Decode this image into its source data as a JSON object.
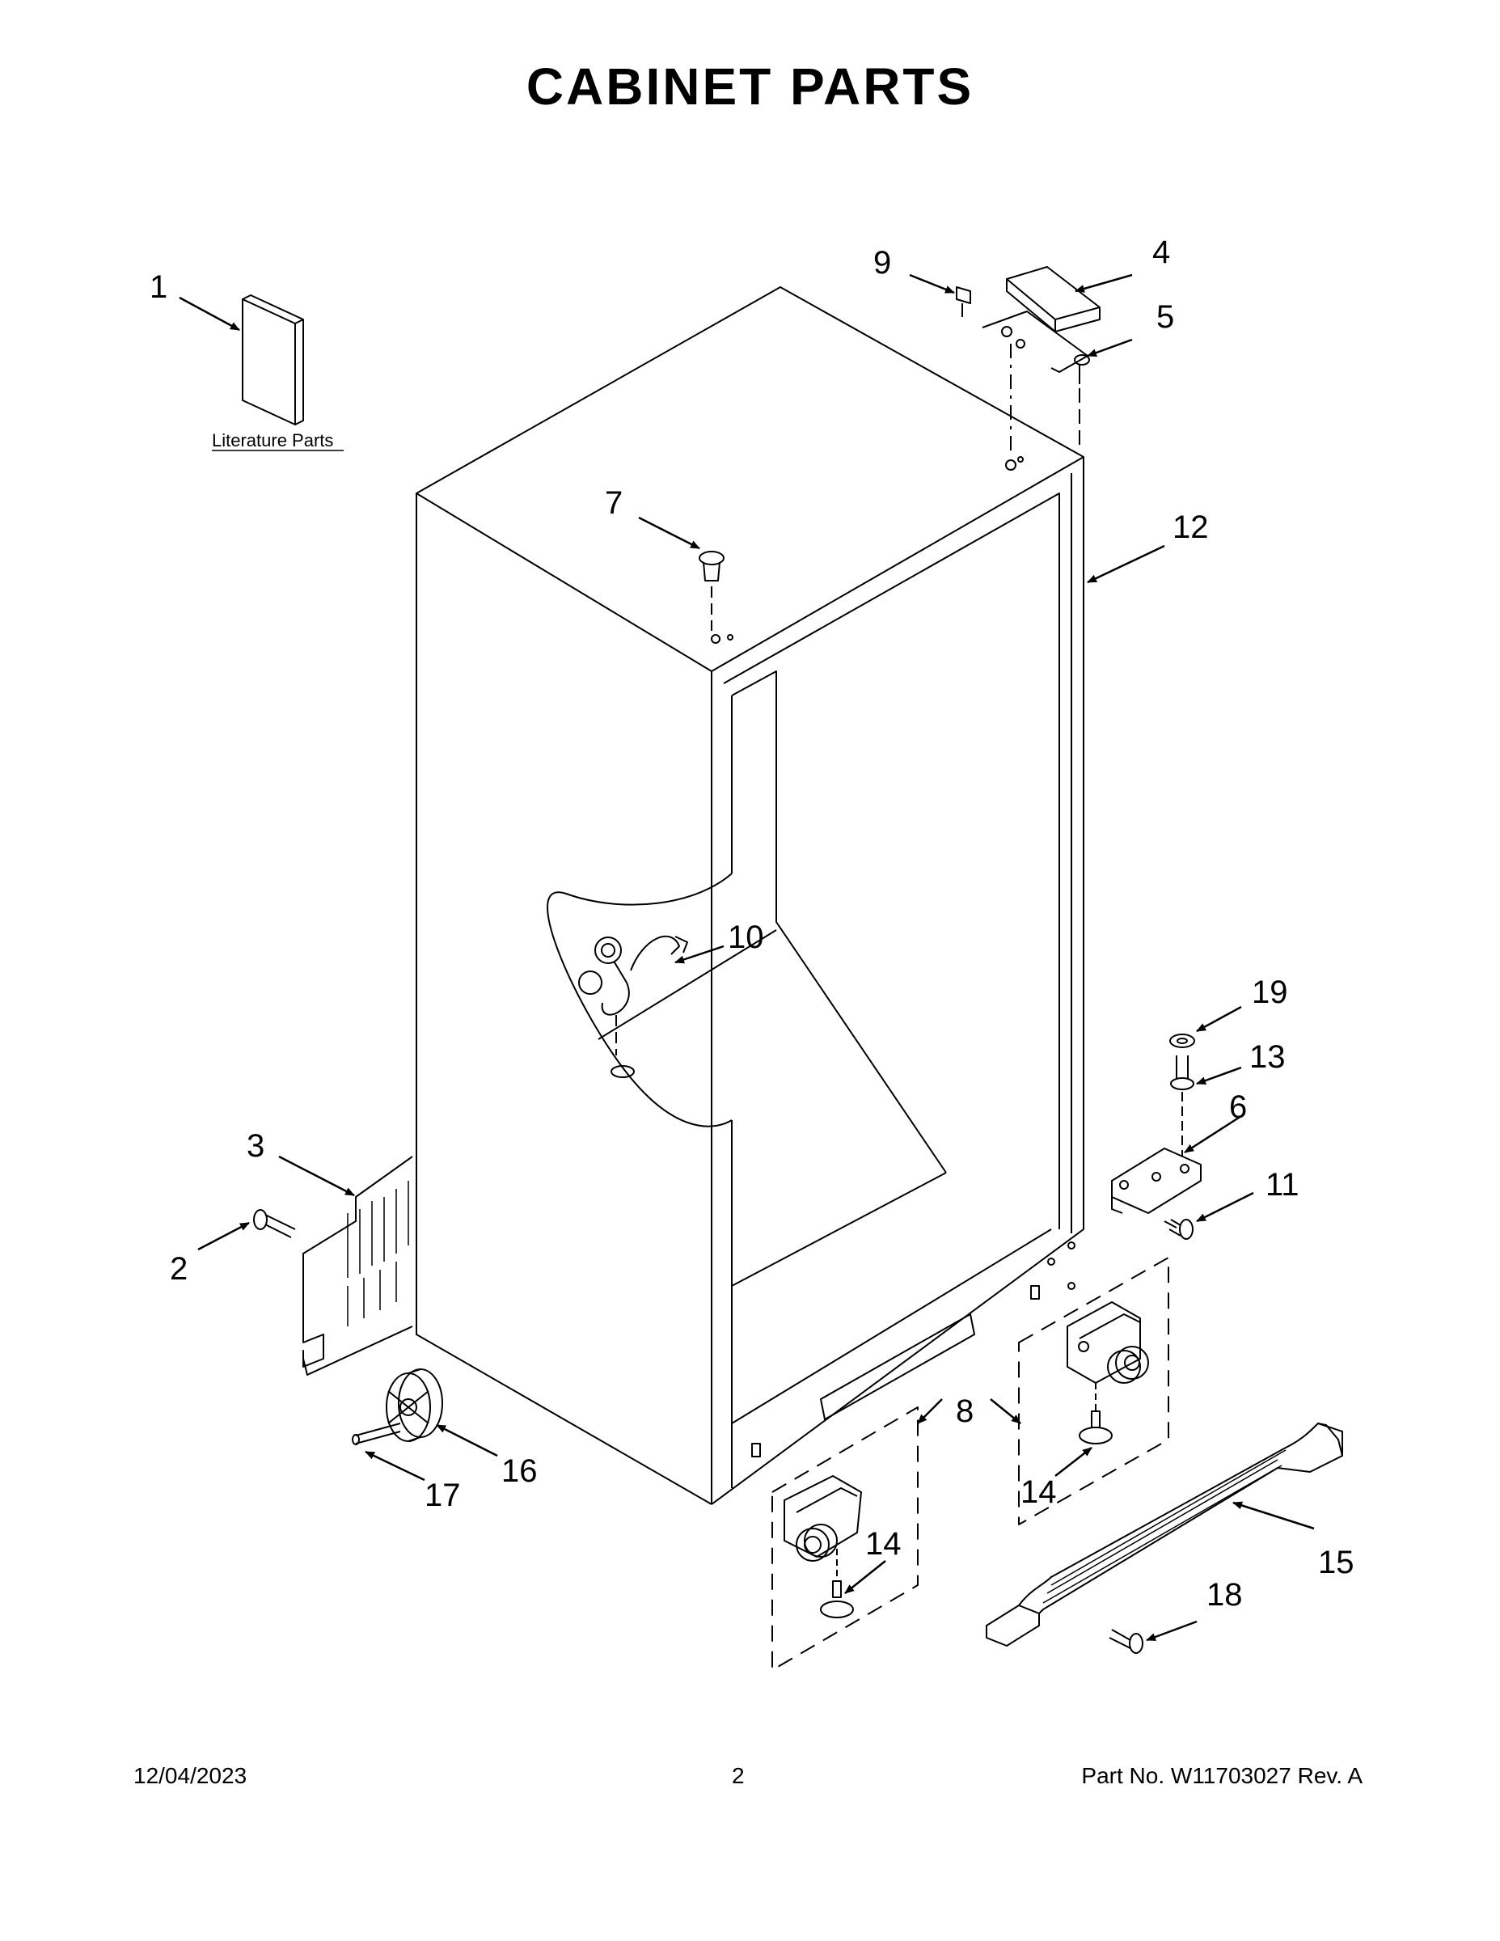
{
  "title": "CABINET PARTS",
  "literature_label": "Literature Parts",
  "callouts": {
    "c1": "1",
    "c2": "2",
    "c3": "3",
    "c4": "4",
    "c5": "5",
    "c6": "6",
    "c7": "7",
    "c8": "8",
    "c9": "9",
    "c10": "10",
    "c11": "11",
    "c12": "12",
    "c13": "13",
    "c14a": "14",
    "c14b": "14",
    "c15": "15",
    "c16": "16",
    "c17": "17",
    "c18": "18",
    "c19": "19"
  },
  "footer": {
    "date": "12/04/2023",
    "page": "2",
    "part": "Part No.  W11703027  Rev.  A"
  }
}
